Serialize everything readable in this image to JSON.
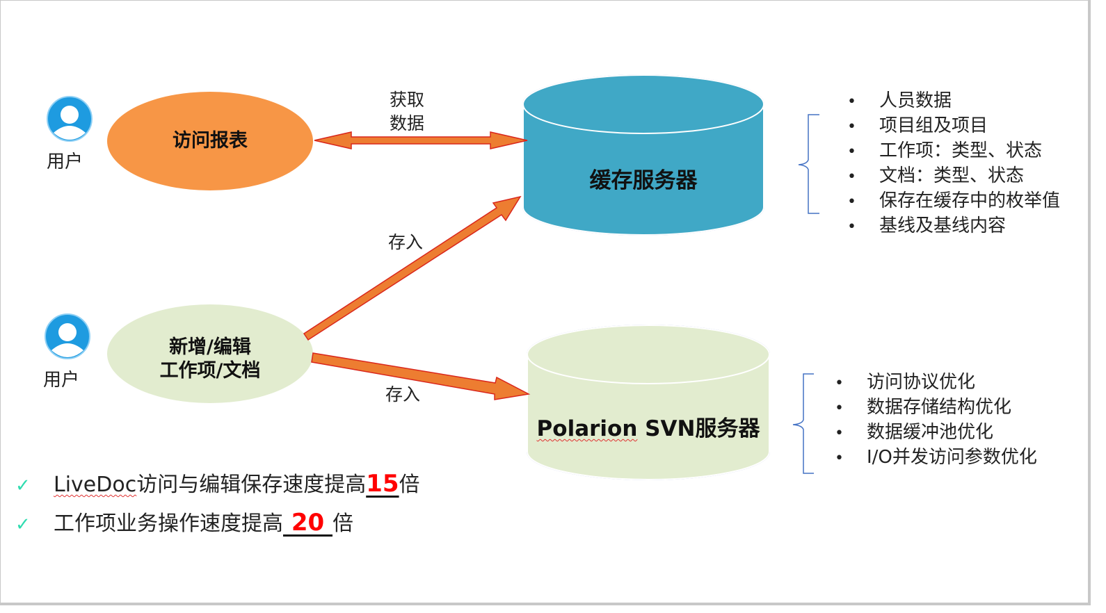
{
  "users": [
    {
      "label": "用户"
    },
    {
      "label": "用户"
    }
  ],
  "nodes": {
    "access_report": {
      "label": "访问报表",
      "color": "#F79646"
    },
    "edit_items": {
      "line1": "新增/编辑",
      "line2": "工作项/文档",
      "color": "#E2ECCF"
    },
    "cache_server": {
      "label": "缓存服务器",
      "color": "#3FA9C7"
    },
    "svn_server": {
      "label_prefix": "Polarion",
      "label_suffix": " SVN服务器",
      "color": "#E2ECCF"
    }
  },
  "edges": {
    "fetch_data": {
      "line1": "获取",
      "line2": "数据"
    },
    "store_cache": {
      "label": "存入"
    },
    "store_svn": {
      "label": "存入"
    },
    "arrow_color": "#ED7D31",
    "arrow_stroke": "#D9261C"
  },
  "cache_contents": [
    "人员数据",
    "项目组及项目",
    "工作项：类型、状态",
    "文档：类型、状态",
    "保存在缓存中的枚举值",
    "基线及基线内容"
  ],
  "svn_optimizations": [
    "访问协议优化",
    "数据存储结构优化",
    "数据缓冲池优化",
    "I/O并发访问参数优化"
  ],
  "claims": [
    {
      "prefix": "LiveDoc",
      "text": "访问与编辑保存速度提高",
      "number": "15",
      "suffix": "倍"
    },
    {
      "prefix": "",
      "text": "工作项业务操作速度提高",
      "number": " 20 ",
      "suffix": "倍"
    }
  ],
  "bullet_glyph": "•",
  "check_glyph": "✓",
  "bracket_color": "#4472C4"
}
